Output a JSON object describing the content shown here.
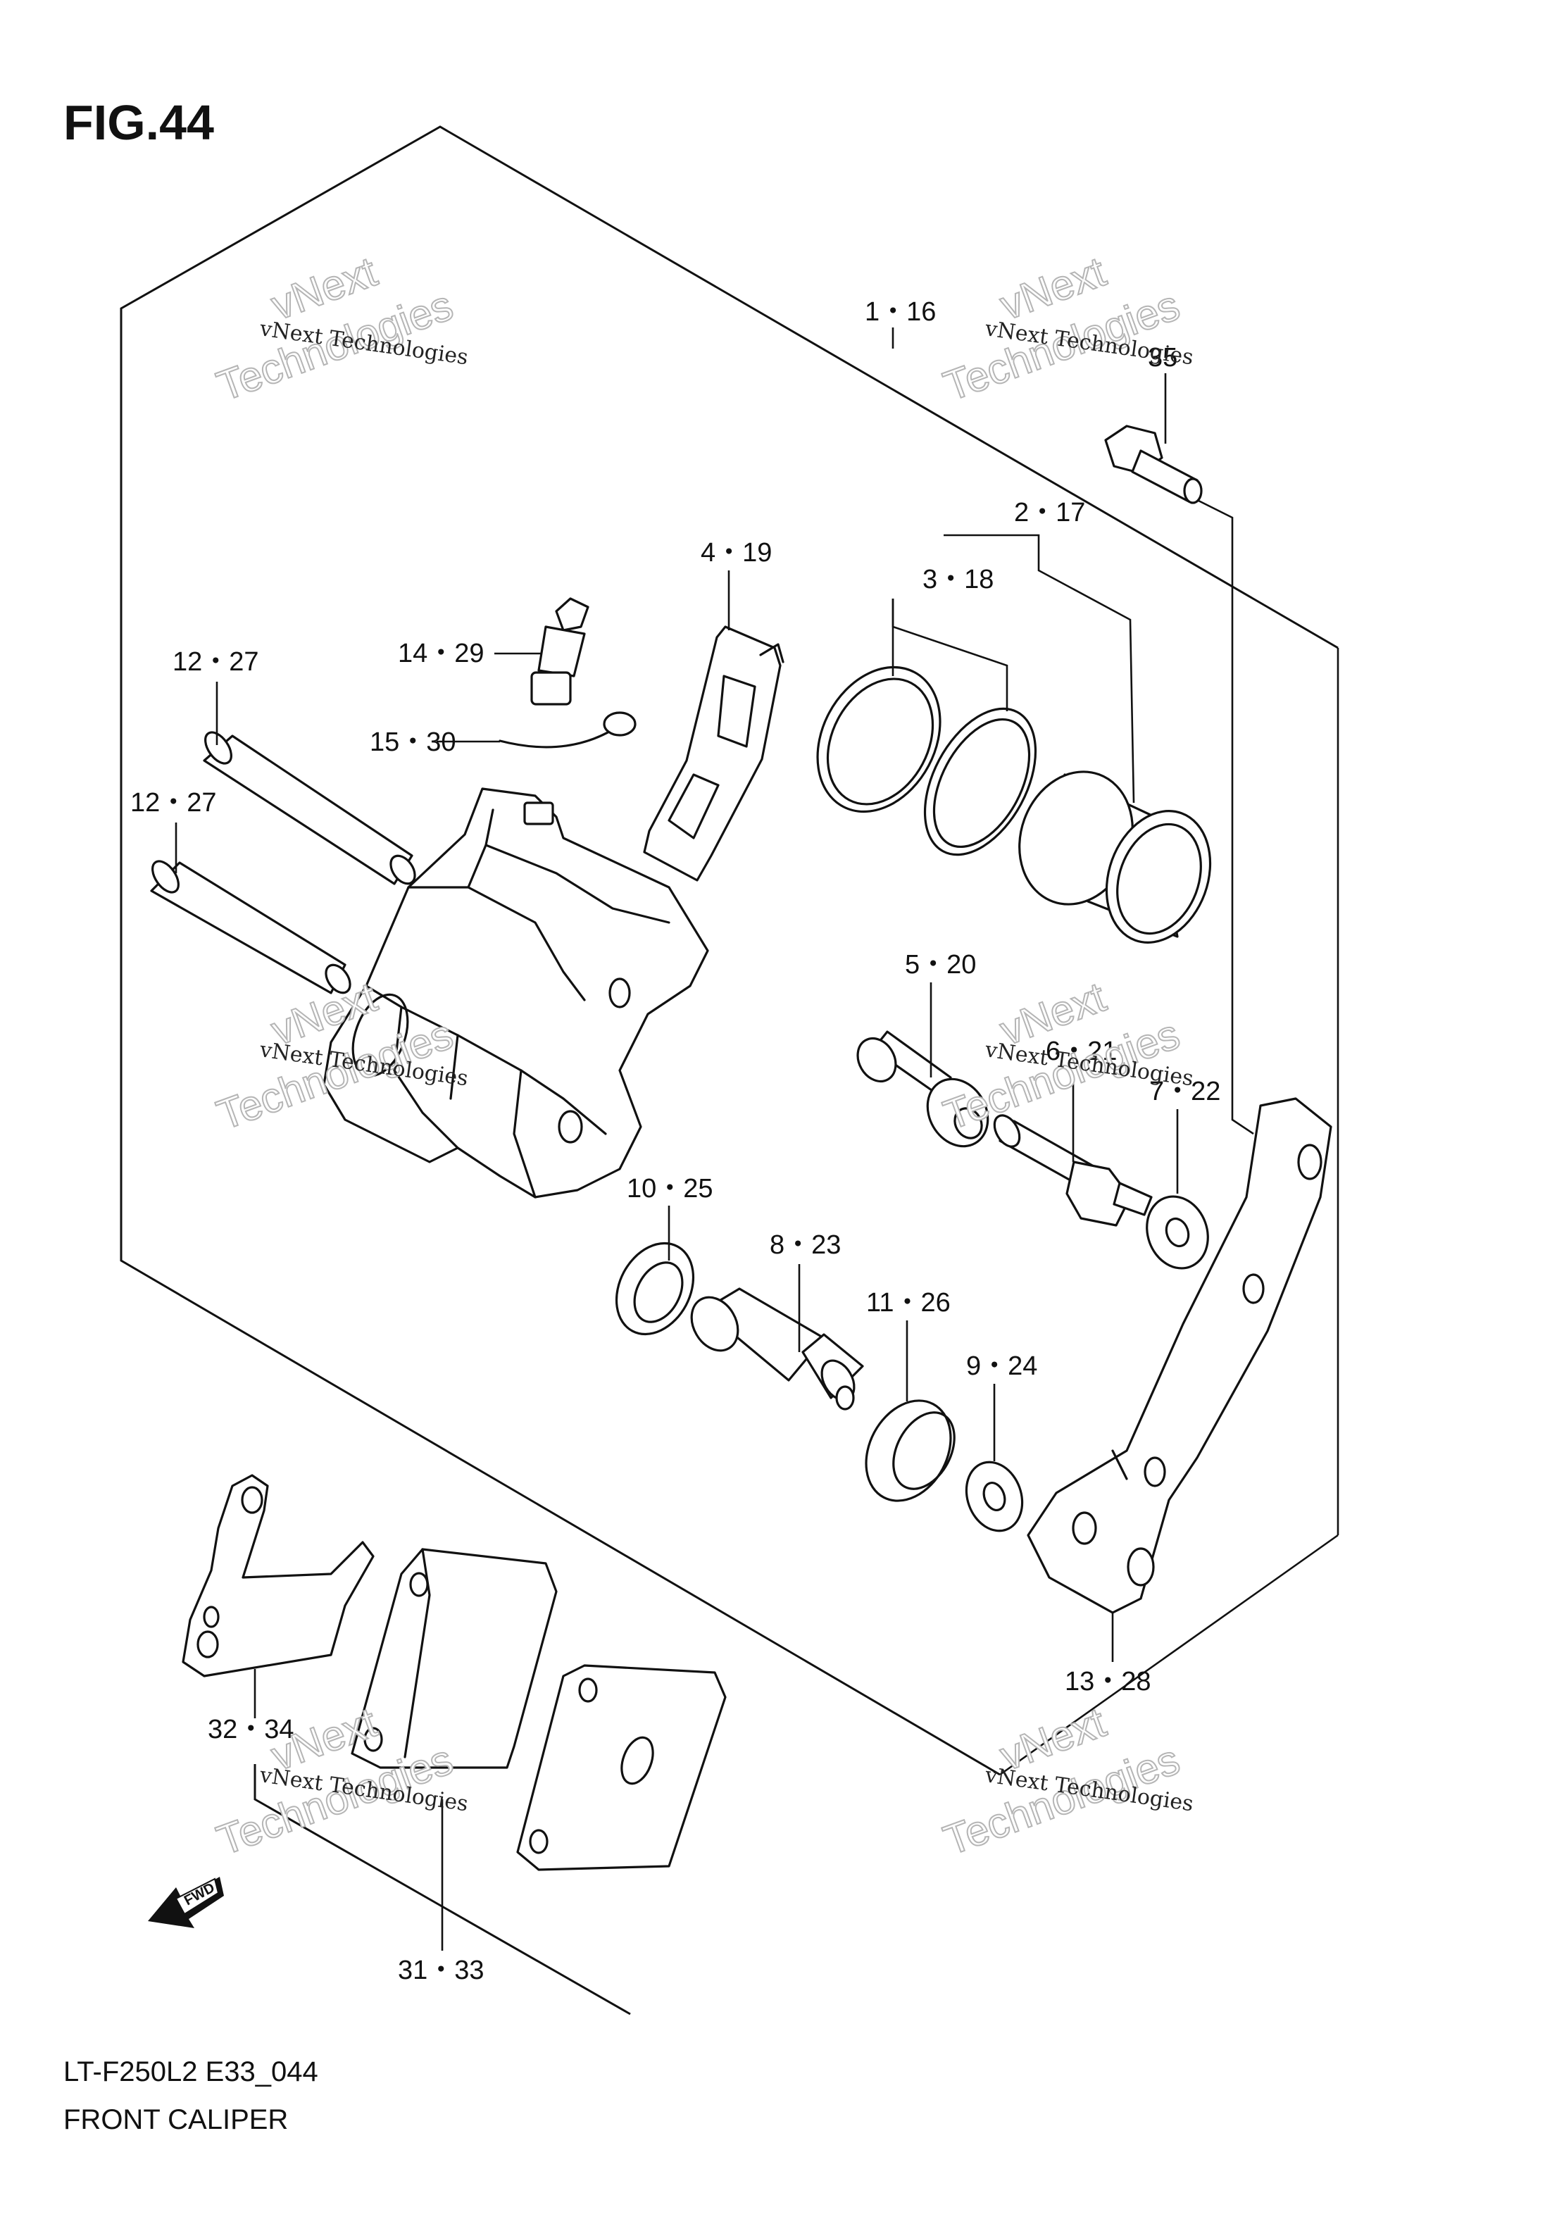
{
  "figure": {
    "number": "FIG.44"
  },
  "footer": {
    "code": "LT-F250L2 E33_044",
    "title": "FRONT CALIPER"
  },
  "watermark": {
    "company": "vNext Technologies",
    "line1": "vNext",
    "line2": "Technologies"
  },
  "fwd_label": "FWD",
  "callouts": {
    "c1": "1・16",
    "c35": "35",
    "c2": "2・17",
    "c3": "3・18",
    "c4": "4・19",
    "c14": "14・29",
    "c12a": "12・27",
    "c15": "15・30",
    "c12b": "12・27",
    "c5": "5・20",
    "c6": "6・21",
    "c7": "7・22",
    "c10": "10・25",
    "c8": "8・23",
    "c11": "11・26",
    "c9": "9・24",
    "c13": "13・28",
    "c32": "32・34",
    "c31": "31・33"
  }
}
